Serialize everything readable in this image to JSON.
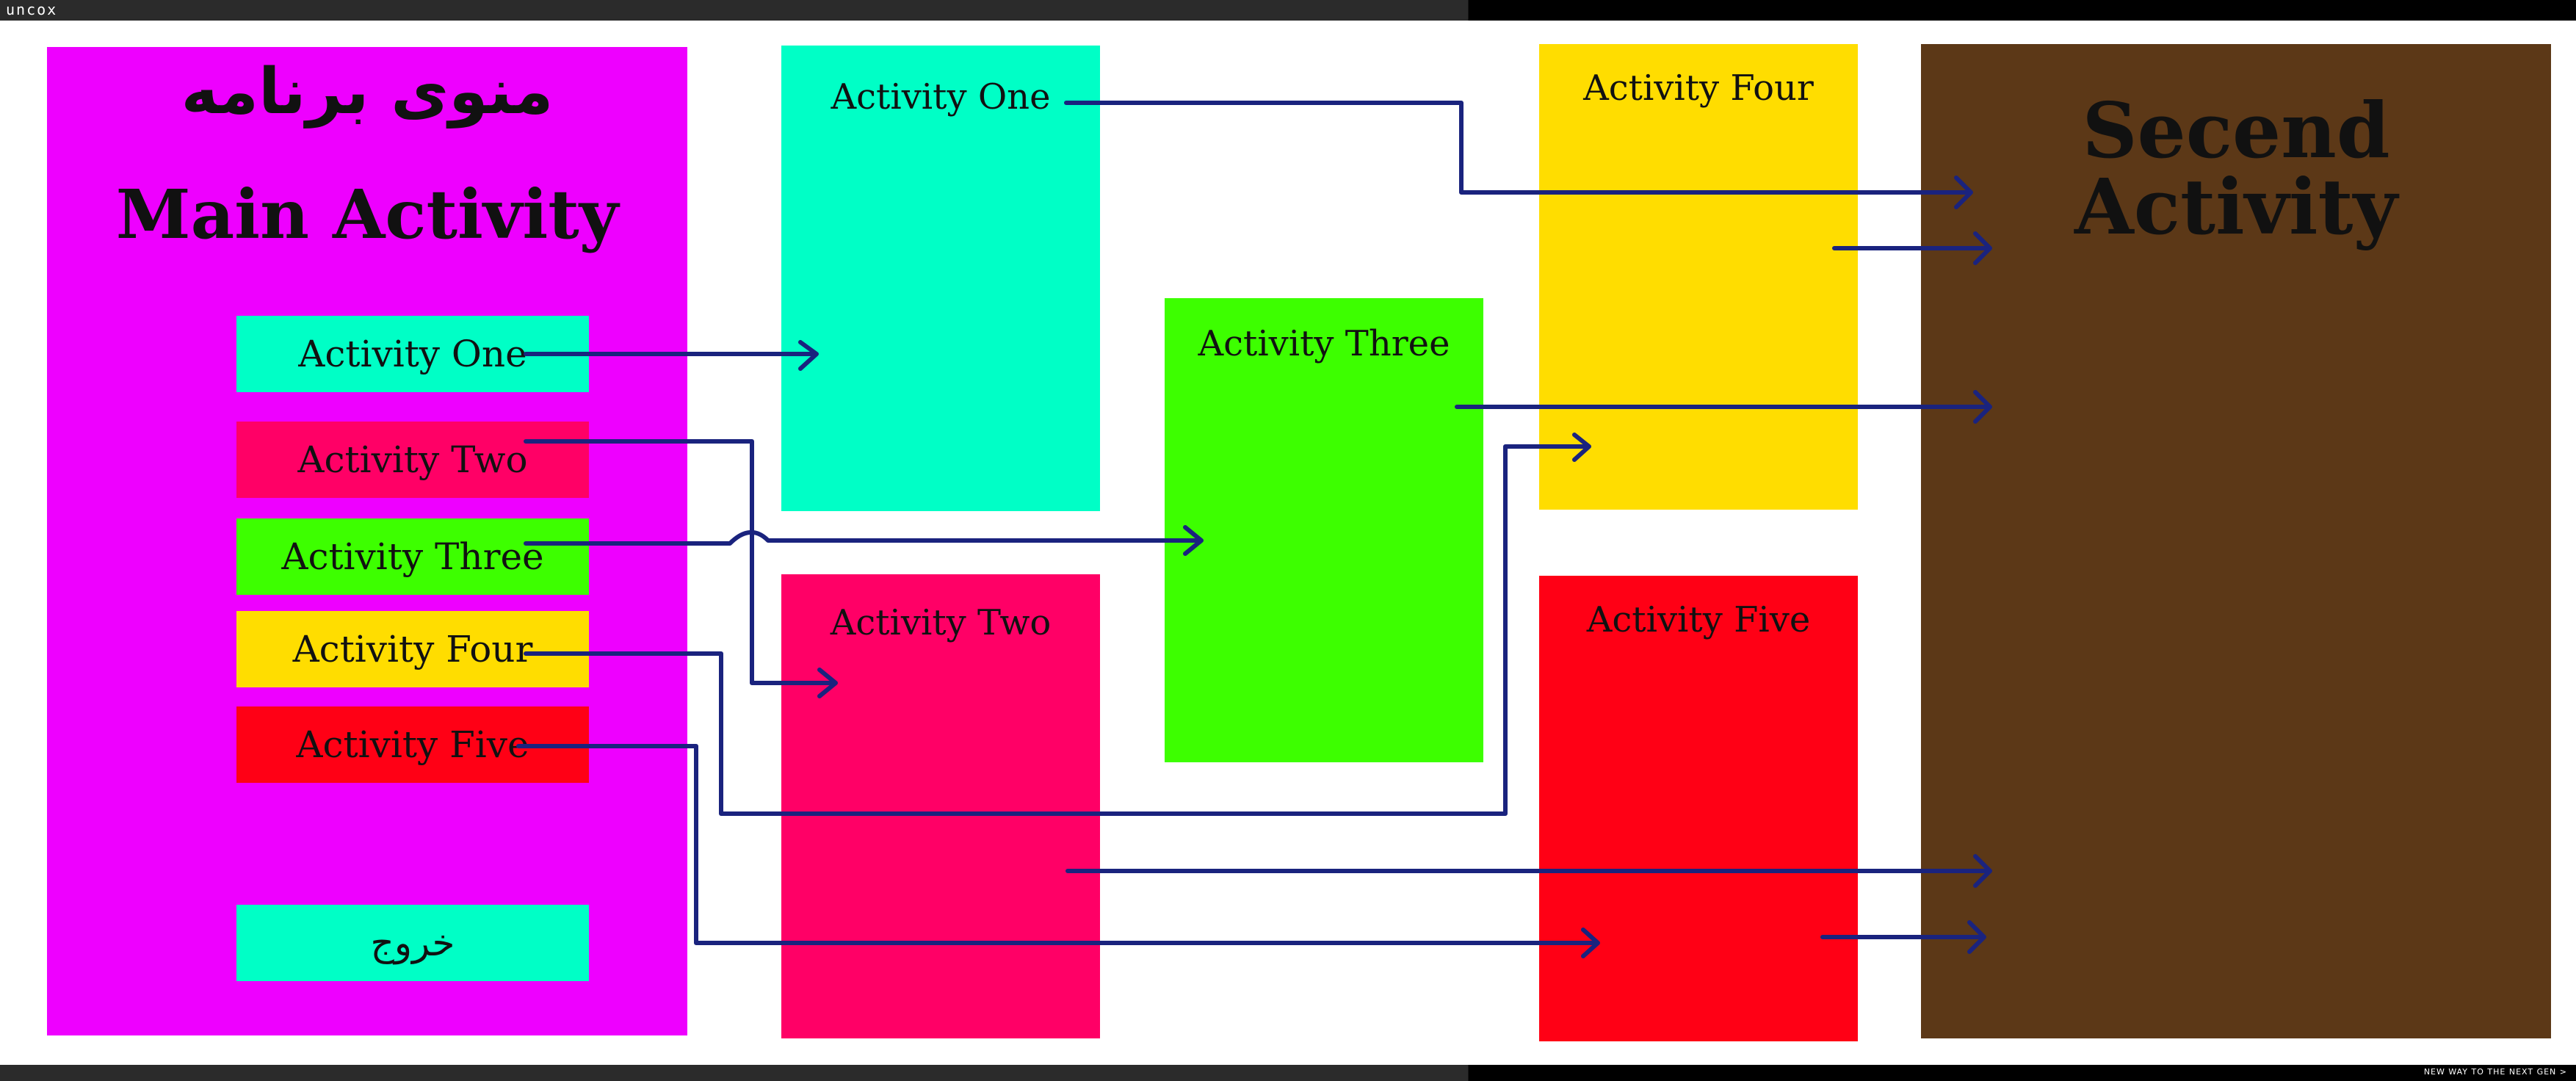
{
  "header": {
    "logo_text": "uncox"
  },
  "footer": {
    "tagline": "NEW WAY TO THE NEXT GEN >"
  },
  "main_activity": {
    "title_fa": "منوی برنامه",
    "title_en": "Main Activity",
    "buttons": [
      {
        "label": "Activity One",
        "color": "#00ffc6"
      },
      {
        "label": "Activity Two",
        "color": "#ff0066"
      },
      {
        "label": "Activity Three",
        "color": "#3dff00"
      },
      {
        "label": "Activity Four",
        "color": "#ffdd00"
      },
      {
        "label": "Activity Five",
        "color": "#ff0015"
      }
    ],
    "exit_label": "خروج",
    "color": "#ee00ff"
  },
  "activities": [
    {
      "title": "Activity One",
      "color": "#00ffc6"
    },
    {
      "title": "Activity Two",
      "color": "#ff0066"
    },
    {
      "title": "Activity Three",
      "color": "#3dff00"
    },
    {
      "title": "Activity Four",
      "color": "#ffdd00"
    },
    {
      "title": "Activity Five",
      "color": "#ff0015"
    }
  ],
  "second_activity": {
    "title": "Secend Activity",
    "color": "#5c3817"
  },
  "arrow_color": "#1a237e"
}
